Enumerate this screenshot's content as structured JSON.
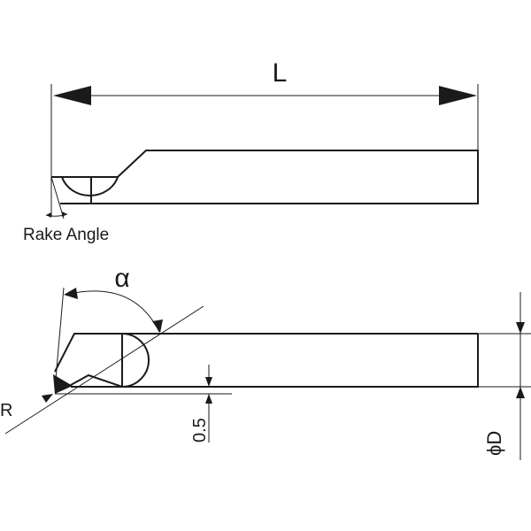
{
  "top_view": {
    "length_label": "L",
    "rake_label": "Rake Angle"
  },
  "side_view": {
    "angle_label": "α",
    "radius_label": "R",
    "offset_label": "0.5",
    "diameter_label": "ϕD"
  },
  "colors": {
    "line": "#1a1a1a",
    "background": "#ffffff"
  }
}
